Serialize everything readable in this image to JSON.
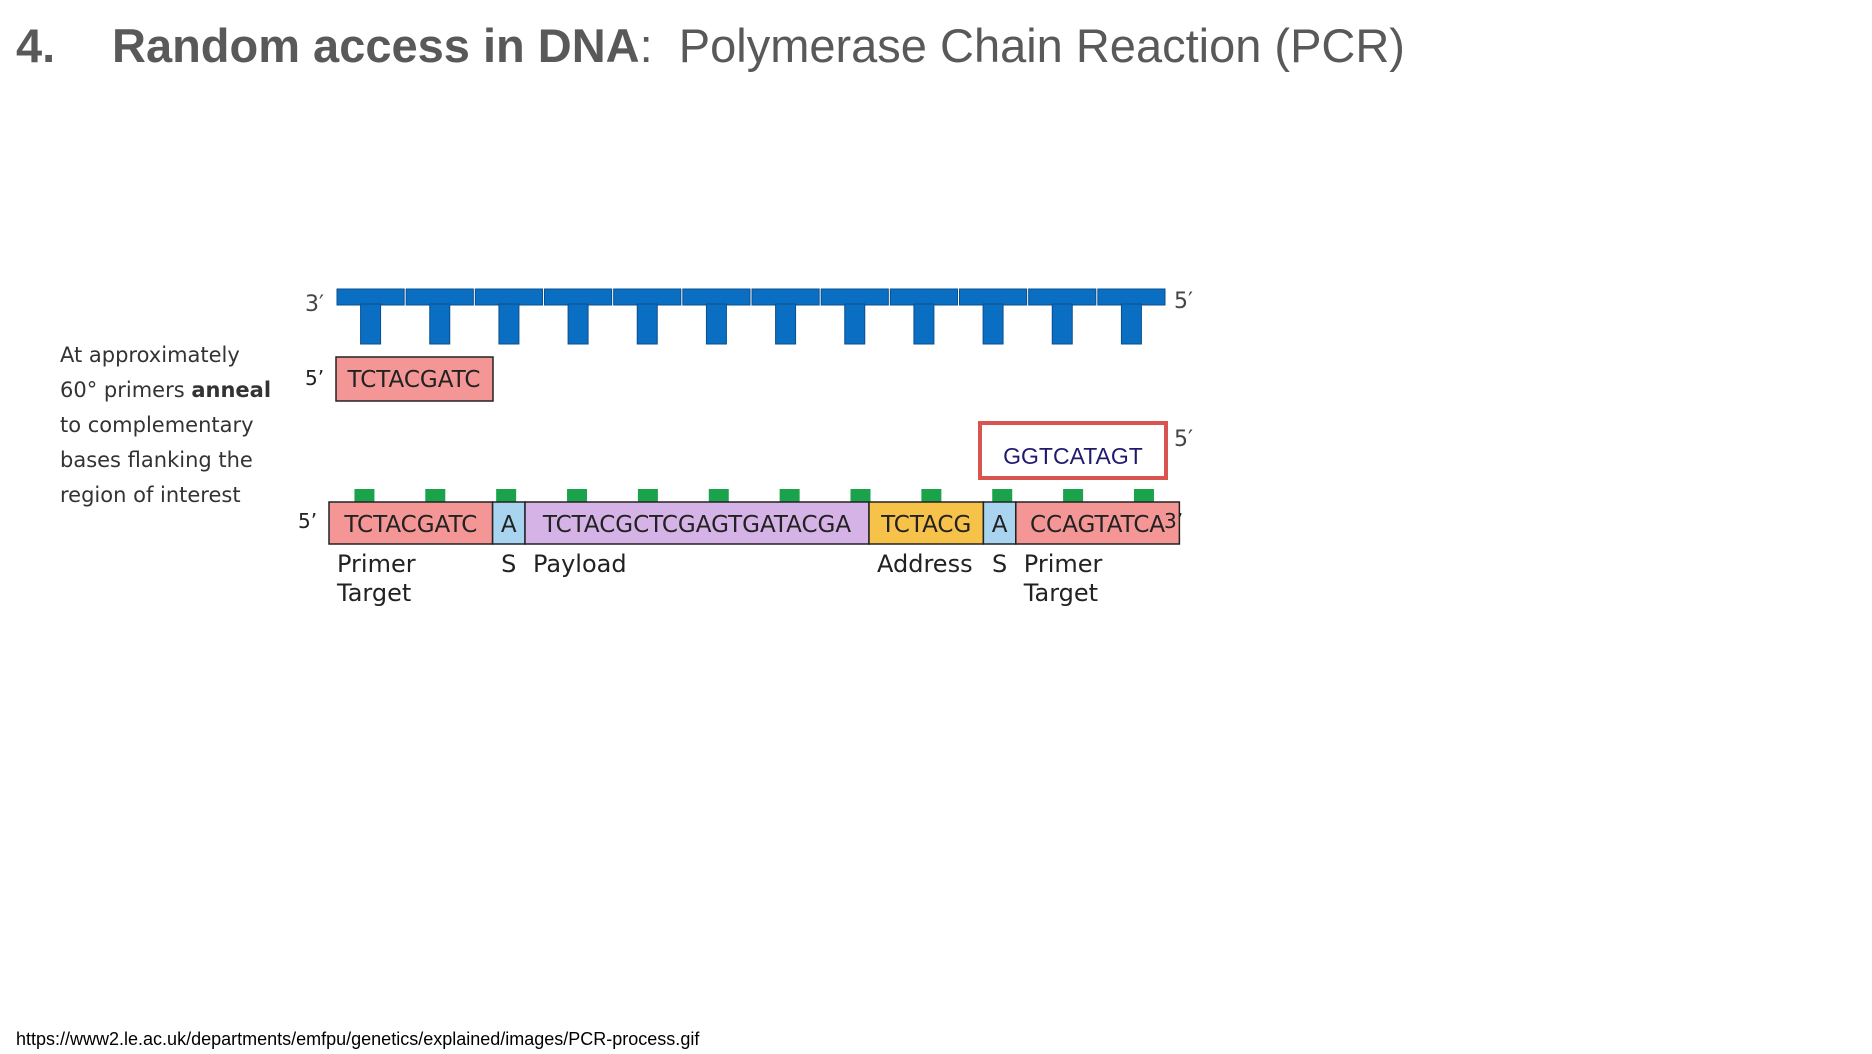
{
  "title": {
    "number": "4.",
    "bold_text": "Random access in DNA",
    "separator": ":",
    "subtitle": "Polymerase Chain Reaction (PCR)"
  },
  "annotation": {
    "lines": [
      "At approximately",
      "60° primers ",
      "to complementary",
      "bases flanking the",
      "region of interest"
    ],
    "emphasis_word": "anneal"
  },
  "template_strand": {
    "left_end": "3′",
    "right_end": "5′",
    "color": "#0a6fc2"
  },
  "forward_primer": {
    "end_label": "5’",
    "sequence": "TCTACGATC",
    "color": "#f49696"
  },
  "reverse_primer": {
    "sequence": "GGTCATAGT",
    "end_label": "5′",
    "border_color": "#d9534f",
    "text_color": "#1f1a6e"
  },
  "main_strand": {
    "left_end": "5’",
    "right_end": "3’",
    "tick_color": "#1aa34a",
    "segments": [
      {
        "text": "TCTACGATC",
        "color": "#f49696"
      },
      {
        "text": "A",
        "color": "#a8d4f0"
      },
      {
        "text": "TCTACGCTCGAGTGATACGA",
        "color": "#d5b3e6"
      },
      {
        "text": "TCTACG",
        "color": "#f7c24a"
      },
      {
        "text": "A",
        "color": "#a8d4f0"
      },
      {
        "text": "CCAGTATCA",
        "color": "#f49696"
      }
    ],
    "labels": [
      {
        "line1": "Primer",
        "line2": "Target"
      },
      {
        "line1": "S",
        "line2": ""
      },
      {
        "line1": "Payload",
        "line2": ""
      },
      {
        "line1": "Address",
        "line2": ""
      },
      {
        "line1": "S",
        "line2": ""
      },
      {
        "line1": "Primer",
        "line2": "Target"
      }
    ]
  },
  "source": "https://www2.le.ac.uk/departments/emfpu/genetics/explained/images/PCR-process.gif"
}
